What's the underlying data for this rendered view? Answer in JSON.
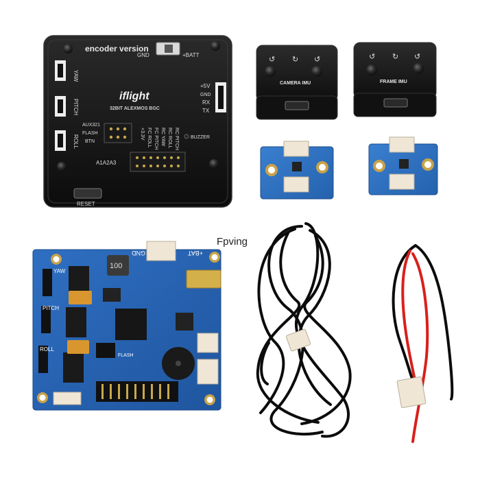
{
  "controller": {
    "title": "encoder version",
    "brand": "iflight",
    "model": "32BIT ALEXMOS BGC",
    "gnd": "GND",
    "batt": "+BATT",
    "yaw": "YAW",
    "pitch": "PITCH",
    "roll": "ROLL",
    "plus5v": "+5V",
    "gnd2": "GND",
    "rx": "RX",
    "tx": "TX",
    "buzzer": "BUZZER",
    "aux": "AUX321",
    "flash": "FLASH",
    "btn": "BTN",
    "a123": "A1A2A3",
    "v33": "+3.3V",
    "fcroll": "FC ROLL",
    "fcpitch": "FC PITCH",
    "rcyaw": "RC YAW",
    "rcroll": "RC ROLL",
    "rcpitch": "RC PITCH",
    "reset": "RESET"
  },
  "imus": {
    "camera_label": "CAMERA IMU",
    "frame_label": "FRAME IMU"
  },
  "watermark": "Fpving",
  "pcb": {
    "inductor": "100",
    "gnd": "GND",
    "batt": "+BAT",
    "yaw": "YAW",
    "pitch": "PITCH",
    "roll": "ROLL",
    "flash": "FLASH"
  },
  "colors": {
    "case": "#141414",
    "case_edge": "#2b2b2b",
    "pcb_blue": "#2563b4",
    "connector": "#efe6d6",
    "cable": "#0c0c0c",
    "wire_red": "#d8201b"
  }
}
